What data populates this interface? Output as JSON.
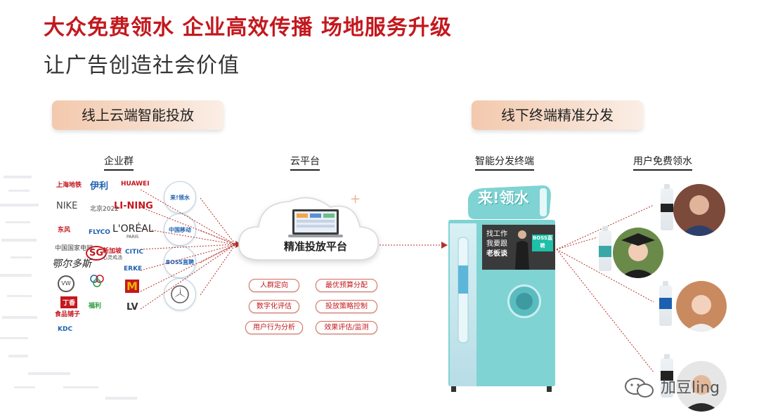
{
  "header": {
    "headline": "大众免费领水  企业高效传播  场地服务升级",
    "subline": "让广告创造社会价值"
  },
  "banners": {
    "left": "线上云端智能投放",
    "right": "线下终端精准分发"
  },
  "sections": {
    "enterprises": "企业群",
    "cloud": "云平台",
    "terminal": "智能分发终端",
    "users": "用户免费领水"
  },
  "logos": {
    "shanghai_metro": "上海地铁",
    "yili": "伊利",
    "huawei": "HUAWEI",
    "nike": "NIKE",
    "beijing2022": "北京2022",
    "lining": "LI-NING",
    "dongfeng": "东风",
    "flyco": "FLYCO",
    "loreal": "L'ORÉAL",
    "loreal_sub": "PARIS",
    "cctv": "中国国家电网",
    "sg": "SG",
    "xinjiapo": "新加坡",
    "xinjiapo_sub": "心灵鸡汤",
    "calligraphy": "鄂尔多斯",
    "citic": "CITIC",
    "erke": "ERKE",
    "vw": "VW",
    "dingxiang": "丁香",
    "mcd": "M",
    "shipinpuzi": "食品铺子",
    "stamp": "福利",
    "lv": "LV",
    "kdc": "KDC"
  },
  "circle_logos": {
    "c1": "来!领水",
    "c2": "中国移动",
    "c3": "BOSS直聘",
    "c4": "Mercedes"
  },
  "cloud": {
    "title": "精准投放平台",
    "features": [
      "人群定向",
      "最优预算分配",
      "数字化评估",
      "投放策略控制",
      "用户行为分析",
      "效果评估/监测"
    ]
  },
  "kiosk": {
    "sign": "来!领水",
    "screen_line1": "找工作",
    "screen_line2": "我要跟",
    "screen_line3": "老板谈",
    "badge": "BOSS直聘"
  },
  "watermark": "加豆ling",
  "colors": {
    "accent": "#c3181e",
    "kiosk": "#7fd3d3",
    "arrow": "#b5312b"
  }
}
